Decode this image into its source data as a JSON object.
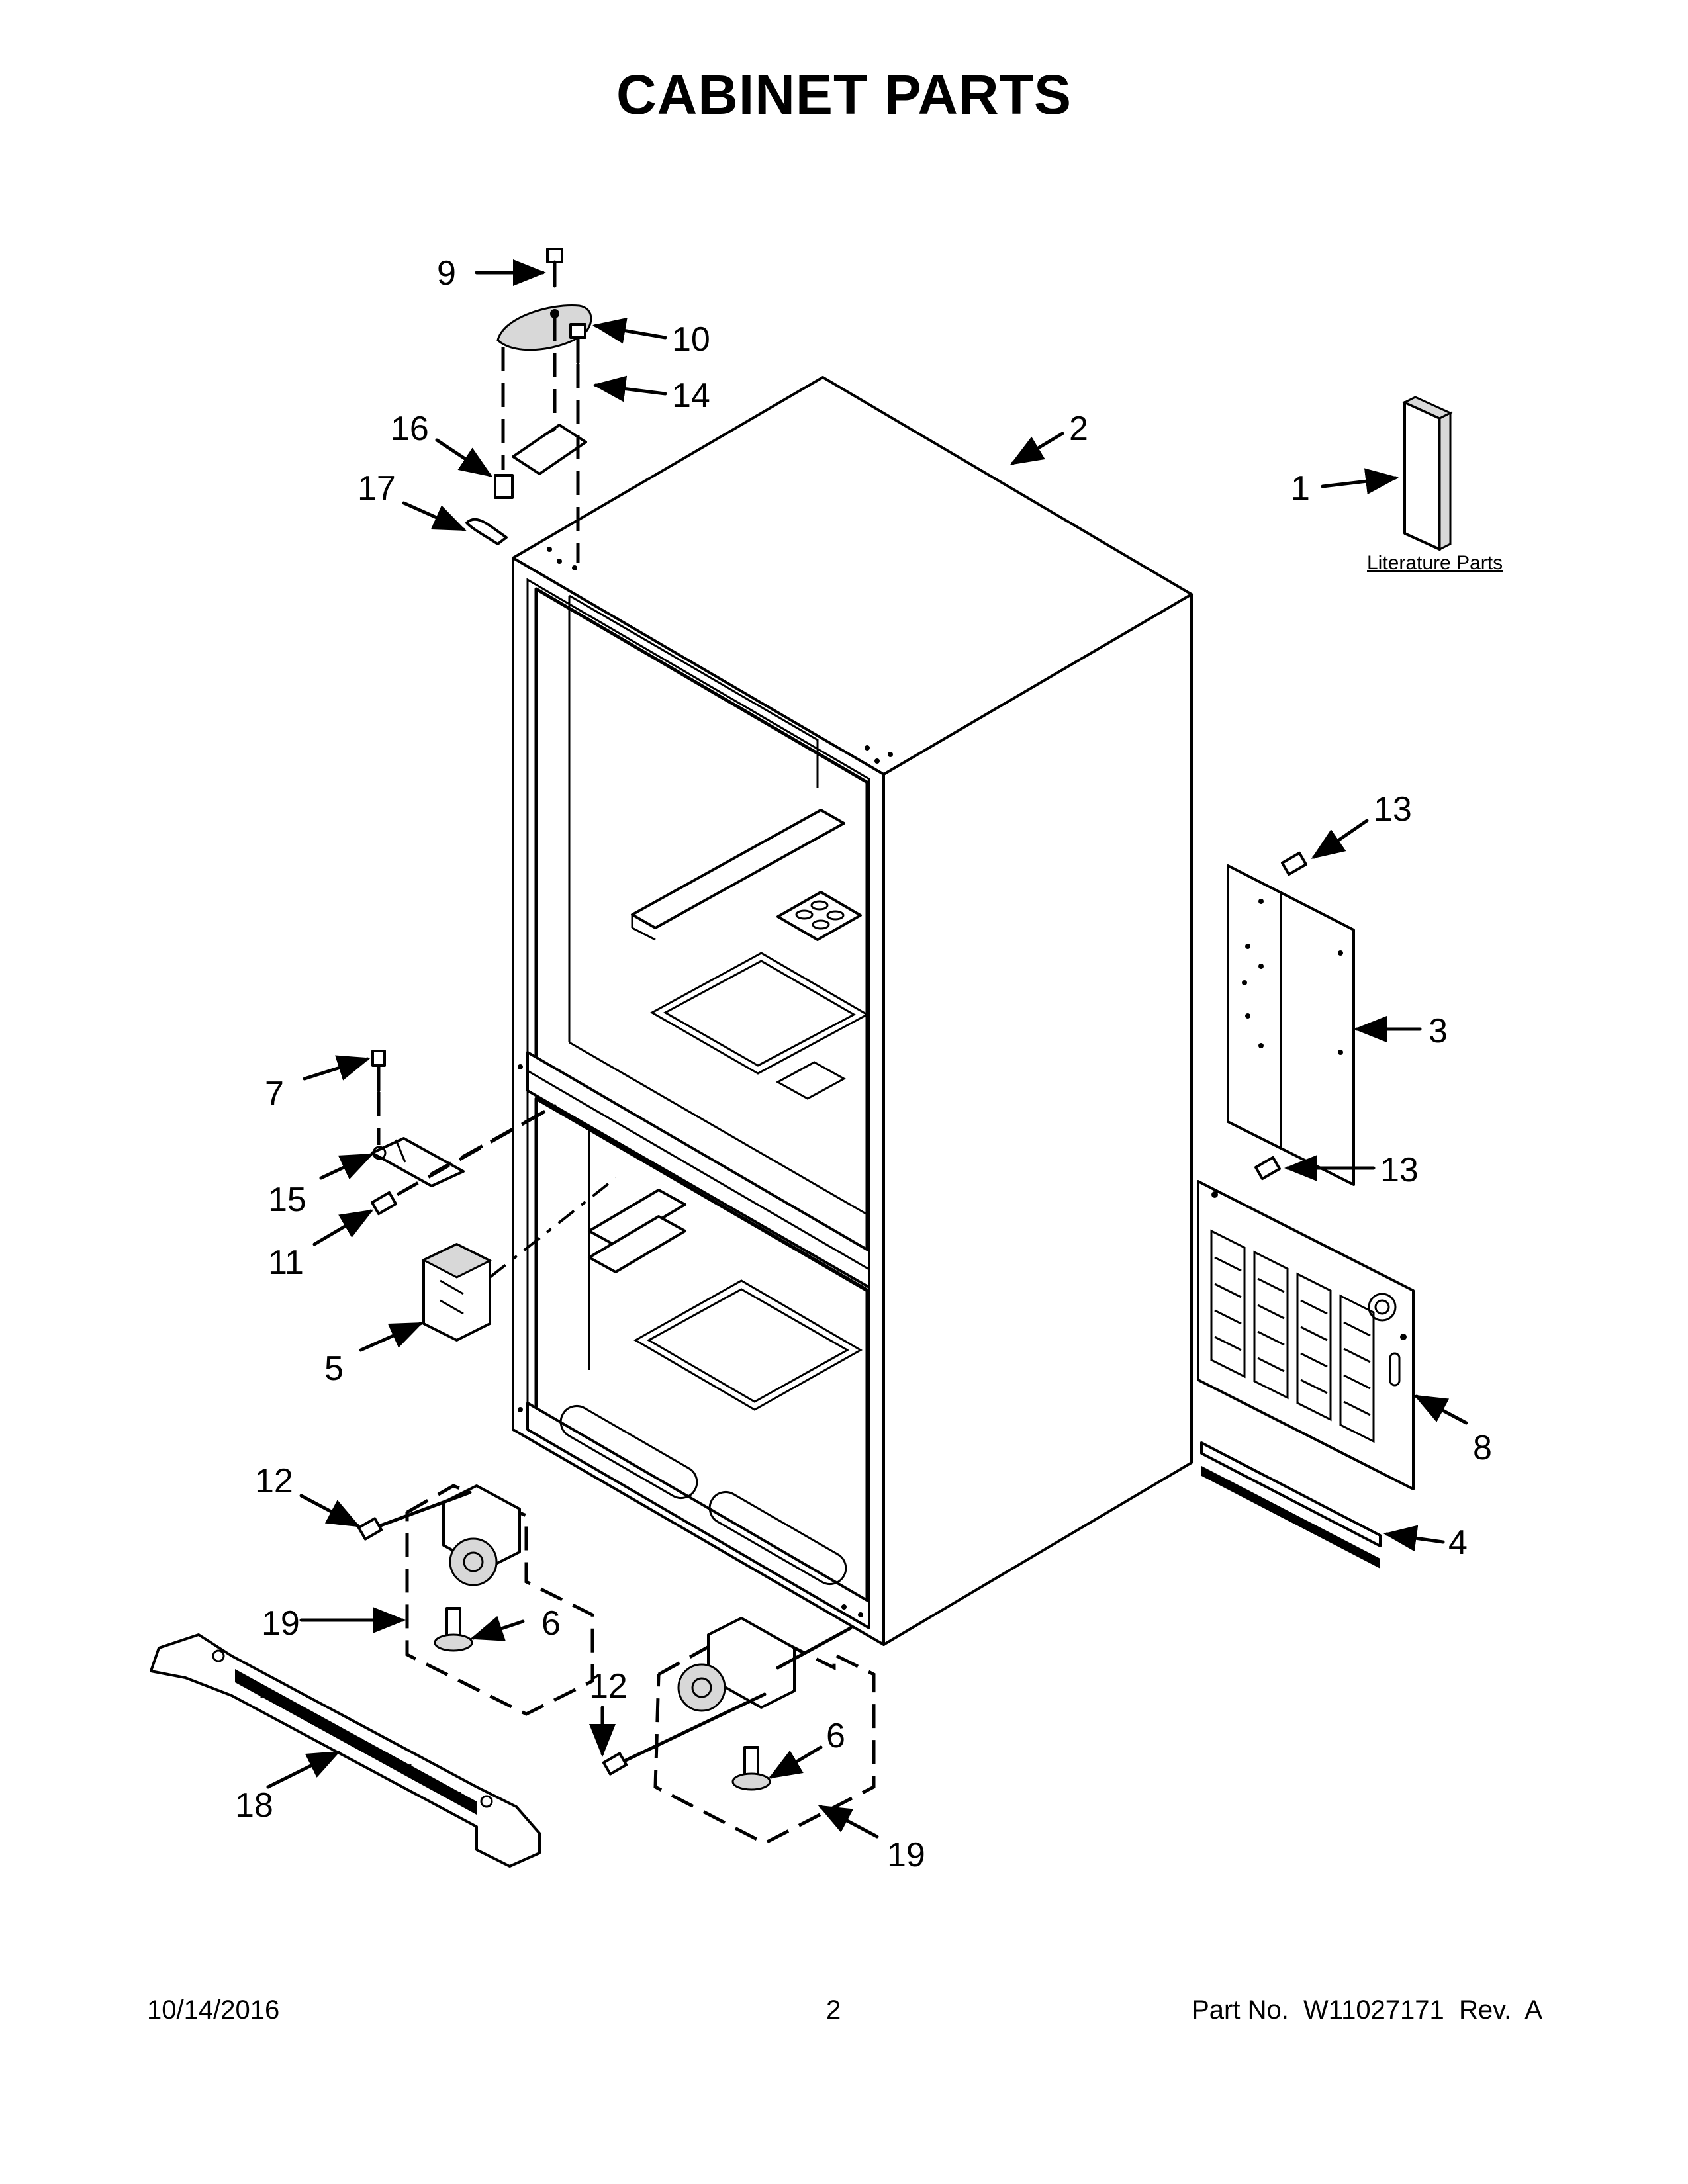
{
  "title": "CABINET PARTS",
  "literature_link": "Literature Parts",
  "footer": {
    "date": "10/14/2016",
    "page": "2",
    "part": "Part No.  W11027171  Rev.  A"
  },
  "callouts": {
    "c1": "1",
    "c2": "2",
    "c3": "3",
    "c4": "4",
    "c5": "5",
    "c6a": "6",
    "c6b": "6",
    "c7": "7",
    "c8": "8",
    "c9": "9",
    "c10": "10",
    "c11": "11",
    "c12a": "12",
    "c12b": "12",
    "c13a": "13",
    "c13b": "13",
    "c14": "14",
    "c15": "15",
    "c16": "16",
    "c17": "17",
    "c18": "18",
    "c19a": "19",
    "c19b": "19"
  }
}
